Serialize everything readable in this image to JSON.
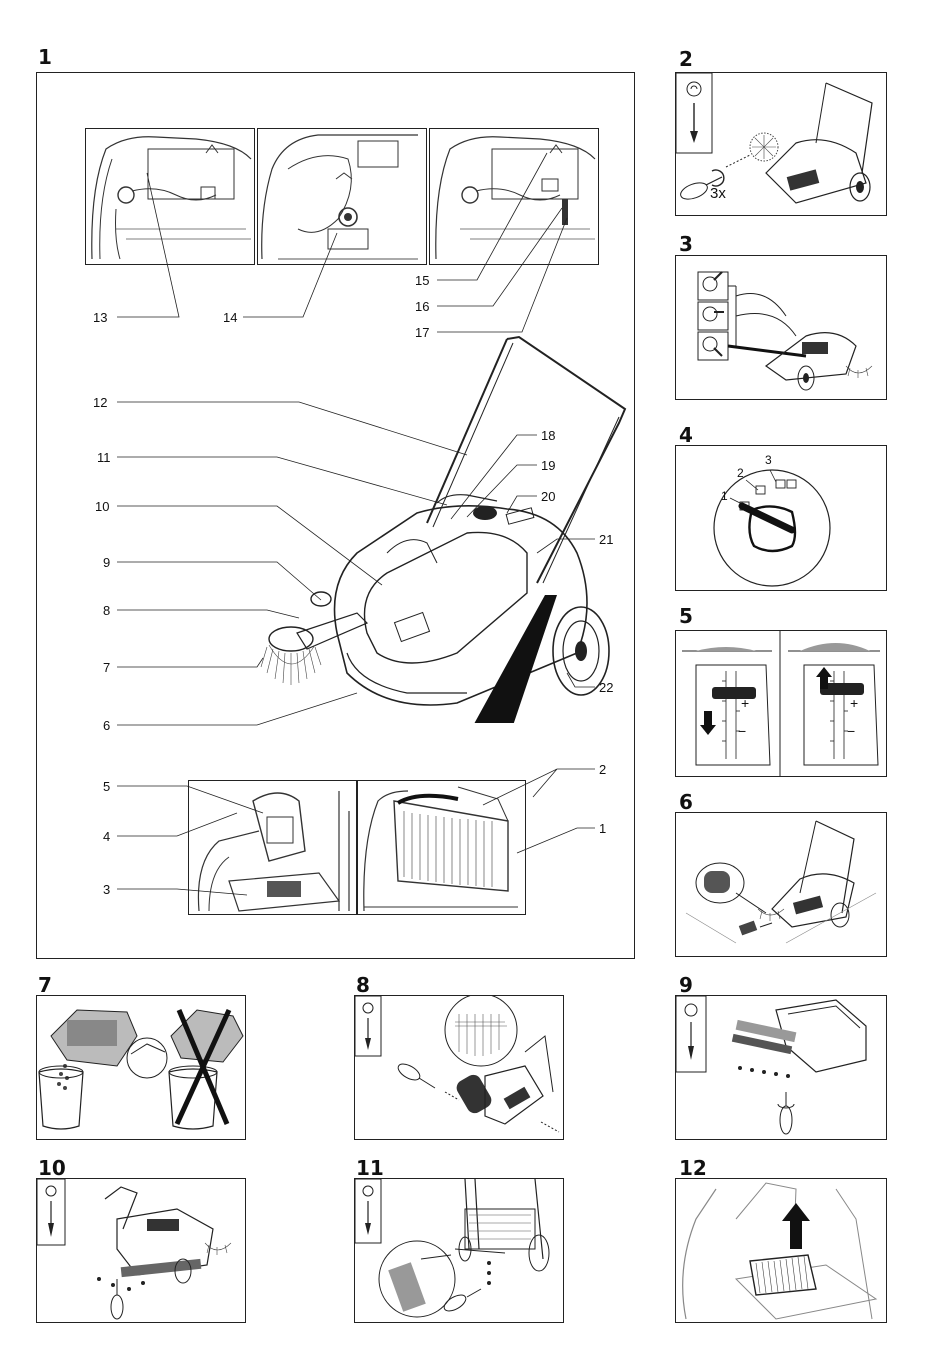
{
  "figures": [
    {
      "id": "1",
      "label": "1"
    },
    {
      "id": "2",
      "label": "2"
    },
    {
      "id": "3",
      "label": "3"
    },
    {
      "id": "4",
      "label": "4"
    },
    {
      "id": "5",
      "label": "5"
    },
    {
      "id": "6",
      "label": "6"
    },
    {
      "id": "7",
      "label": "7"
    },
    {
      "id": "8",
      "label": "8"
    },
    {
      "id": "9",
      "label": "9"
    },
    {
      "id": "10",
      "label": "10"
    },
    {
      "id": "11",
      "label": "11"
    },
    {
      "id": "12",
      "label": "12"
    }
  ],
  "fig1": {
    "callouts": [
      "1",
      "2",
      "3",
      "4",
      "5",
      "6",
      "7",
      "8",
      "9",
      "10",
      "11",
      "12",
      "13",
      "14",
      "15",
      "16",
      "17",
      "18",
      "19",
      "20",
      "21",
      "22"
    ]
  },
  "fig2": {
    "repeat_label": "3x"
  },
  "fig4": {
    "positions": [
      "1",
      "2",
      "3"
    ]
  },
  "fig5": {
    "plus": "+",
    "minus": "−"
  }
}
